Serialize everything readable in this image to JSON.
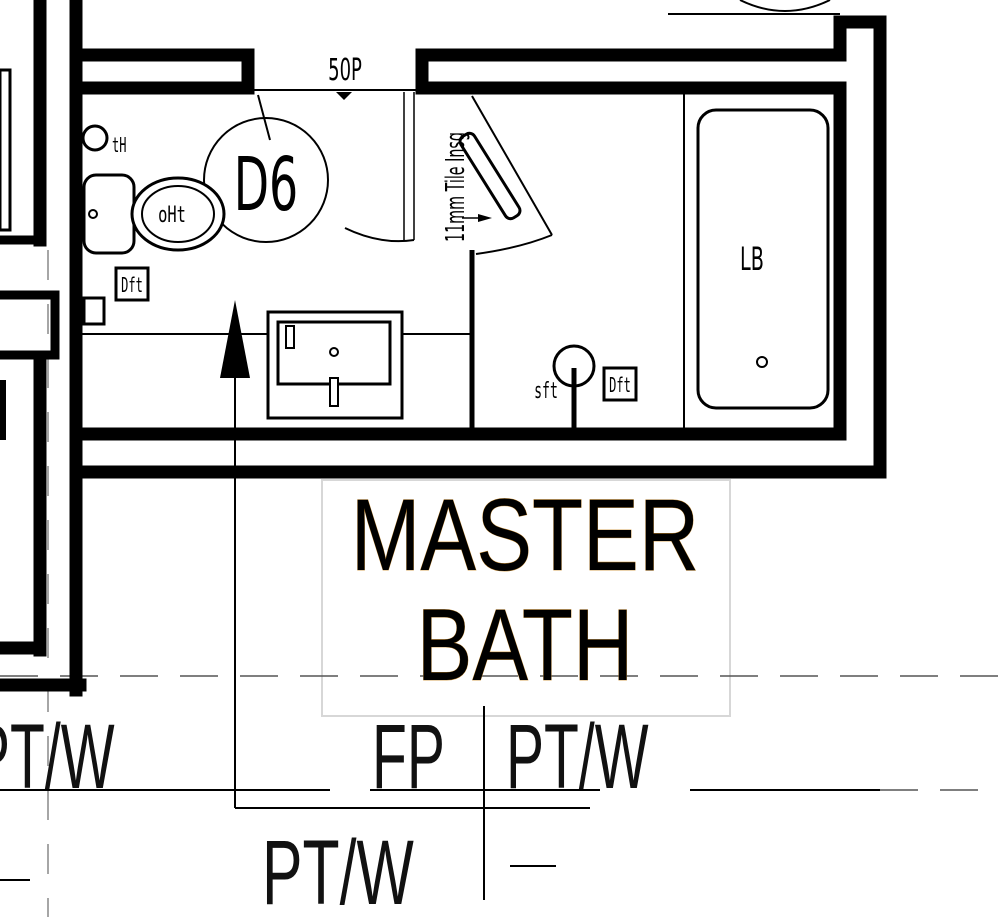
{
  "room": {
    "name_line1": "MASTER",
    "name_line2": "BATH"
  },
  "door_tag": "D6",
  "header_note": "50P",
  "tile_note": "11mm Tile Insg",
  "tub_label": "LB",
  "toilet_label": "oHt",
  "gfi_label": "Dft",
  "shower_label": "sft",
  "wall_finishes": {
    "left": "PT/W",
    "center_fp": "FP",
    "center_pt": "PT/W",
    "bottom": "PT/W"
  },
  "colors": {
    "wall": "#000000",
    "label_outline": "#c98a2b"
  }
}
